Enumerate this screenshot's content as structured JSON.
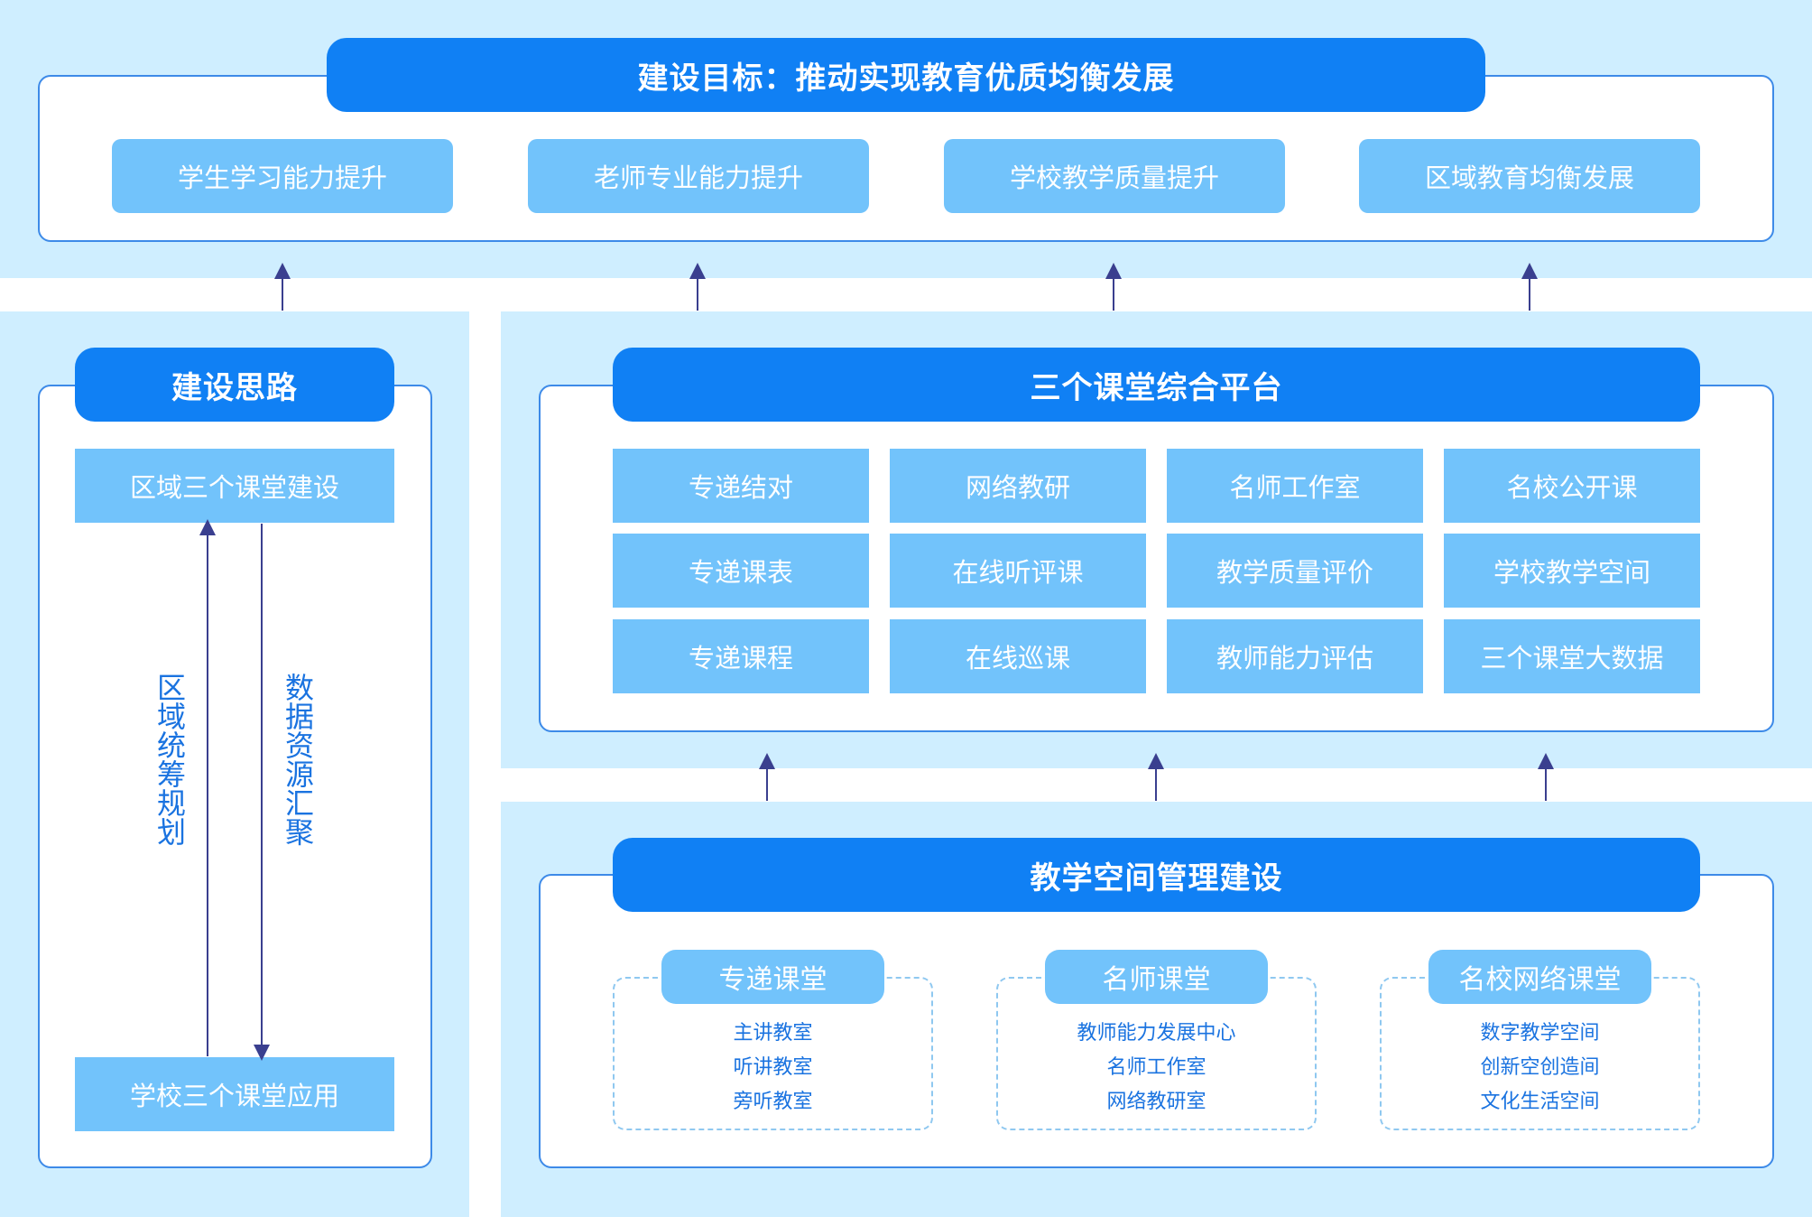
{
  "goal": {
    "title": "建设目标：推动实现教育优质均衡发展",
    "items": [
      "学生学习能力提升",
      "老师专业能力提升",
      "学校教学质量提升",
      "区域教育均衡发展"
    ]
  },
  "approach": {
    "title": "建设思路",
    "top_box": "区域三个课堂建设",
    "bottom_box": "学校三个课堂应用",
    "up_label": "区域统筹规划",
    "down_label": "数据资源汇聚"
  },
  "platform": {
    "title": "三个课堂综合平台",
    "rows": [
      [
        "专递结对",
        "网络教研",
        "名师工作室",
        "名校公开课"
      ],
      [
        "专递课表",
        "在线听评课",
        "教学质量评价",
        "学校教学空间"
      ],
      [
        "专递课程",
        "在线巡课",
        "教师能力评估",
        "三个课堂大数据"
      ]
    ]
  },
  "space": {
    "title": "教学空间管理建设",
    "groups": [
      {
        "label": "专递课堂",
        "items": [
          "主讲教室",
          "听讲教室",
          "旁听教室"
        ]
      },
      {
        "label": "名师课堂",
        "items": [
          "教师能力发展中心",
          "名师工作室",
          "网络教研室"
        ]
      },
      {
        "label": "名校网络课堂",
        "items": [
          "数字教学空间",
          "创新空创造间",
          "文化生活空间"
        ]
      }
    ]
  },
  "colors": {
    "band": "#cfeeff",
    "header": "#1080f4",
    "pill": "#72c3fb",
    "frame_border": "#3d8ae8",
    "arrow": "#3a3f8f",
    "text_accent": "#1a73e0"
  }
}
